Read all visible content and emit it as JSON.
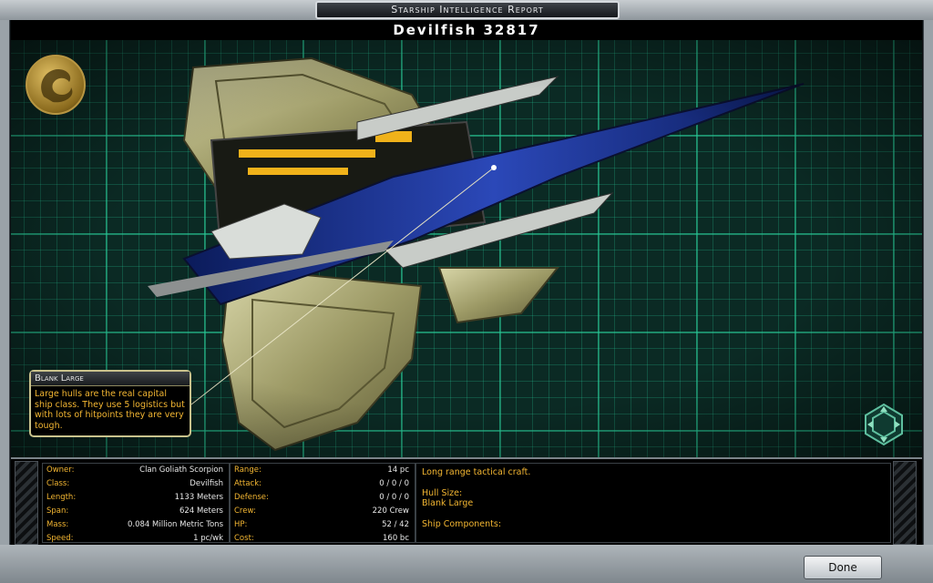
{
  "window": {
    "title": "Starship Intelligence Report",
    "ship_name": "Devilfish 32817"
  },
  "tooltip": {
    "title": "Blank Large",
    "body": "Large hulls are the real capital ship class. They use 5 logistics but with lots of hitpoints they are very tough."
  },
  "stats_left": [
    {
      "label": "Owner:",
      "value": "Clan Goliath Scorpion"
    },
    {
      "label": "Class:",
      "value": "Devilfish"
    },
    {
      "label": "Length:",
      "value": "1133 Meters"
    },
    {
      "label": "Span:",
      "value": "624 Meters"
    },
    {
      "label": "Mass:",
      "value": "0.084 Million Metric Tons"
    },
    {
      "label": "Speed:",
      "value": "1 pc/wk"
    }
  ],
  "stats_right": [
    {
      "label": "Range:",
      "value": "14 pc"
    },
    {
      "label": "Attack:",
      "value": "0 / 0 / 0"
    },
    {
      "label": "Defense:",
      "value": "0 / 0 / 0"
    },
    {
      "label": "Crew:",
      "value": "220 Crew"
    },
    {
      "label": "HP:",
      "value": "52 / 42"
    },
    {
      "label": "Cost:",
      "value": "160 bc"
    }
  ],
  "description": {
    "summary": "Long range tactical craft.",
    "hull_size_label": "Hull Size:",
    "hull_size_value": "Blank Large",
    "components_label": "Ship Components:"
  },
  "buttons": {
    "done": "Done"
  },
  "icons": {
    "faction": "faction-emblem-icon",
    "rotate": "rotate-view-icon"
  },
  "colors": {
    "accent_text": "#f3b632",
    "grid": "#28c896",
    "grid_bg": "#0b2a24"
  }
}
